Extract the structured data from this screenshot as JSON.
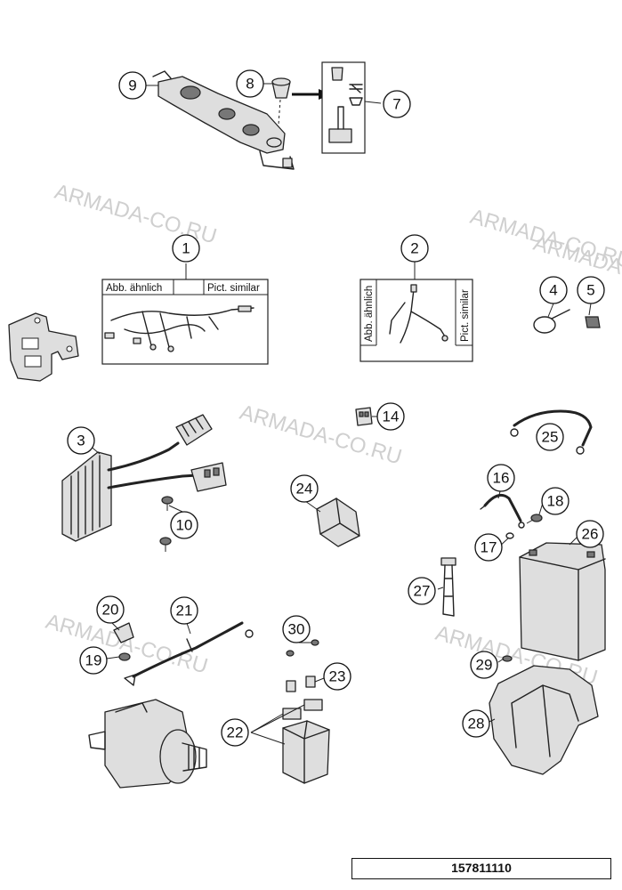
{
  "watermarks": [
    "ARMADA-CO.RU",
    "ARMADA-CO.RU",
    "ARMADA-CO.RU",
    "ARMADA-CO.RU",
    "ARMADA-CO.RU",
    "ARMADA-CO.RU"
  ],
  "panel_1": {
    "label_de": "Abb. ähnlich",
    "label_en": "Pict. similar"
  },
  "panel_2": {
    "label_de": "Abb. ähnlich",
    "label_en": "Pict. similar"
  },
  "callouts": [
    "1",
    "2",
    "3",
    "4",
    "5",
    "7",
    "8",
    "9",
    "10",
    "14",
    "16",
    "17",
    "18",
    "19",
    "20",
    "21",
    "22",
    "23",
    "24",
    "25",
    "26",
    "27",
    "28",
    "29",
    "30"
  ],
  "document_number": "157811110"
}
